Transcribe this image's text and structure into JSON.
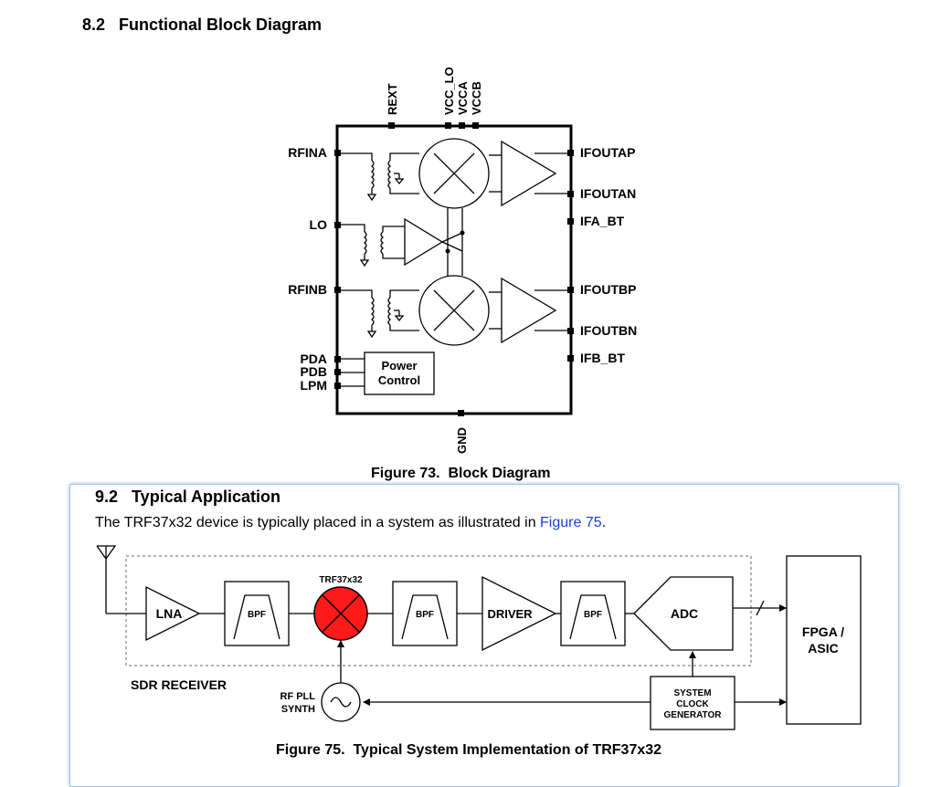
{
  "section82": {
    "title": "8.2   Functional Block Diagram"
  },
  "fig73": {
    "caption": "Figure 73.  Block Diagram",
    "pins_top": [
      "REXT",
      "VCC_LO",
      "VCCA",
      "VCCB"
    ],
    "pins_left": [
      "RFINA",
      "LO",
      "RFINB",
      "PDA",
      "PDB",
      "LPM"
    ],
    "pins_right": [
      "IFOUTAP",
      "IFOUTAN",
      "IFA_BT",
      "IFOUTBP",
      "IFOUTBN",
      "IFB_BT"
    ],
    "pin_bottom": "GND",
    "power_control": [
      "Power",
      "Control"
    ]
  },
  "section92": {
    "title": "9.2   Typical Application",
    "para_before": "The TRF37x32 device is typically placed in a system as illustrated in ",
    "para_link": "Figure 75",
    "para_after": "."
  },
  "fig75": {
    "caption": "Figure 75.  Typical System Implementation of TRF37x32",
    "lna": "LNA",
    "bpf": "BPF",
    "mixer_label": "TRF37x32",
    "driver": "DRIVER",
    "adc": "ADC",
    "fpga": [
      "FPGA /",
      "ASIC"
    ],
    "sdr": "SDR RECEIVER",
    "rfpll": [
      "RF PLL",
      "SYNTH"
    ],
    "clock": [
      "SYSTEM",
      "CLOCK",
      "GENERATOR"
    ],
    "mixer_color": "#ff1a1a"
  }
}
